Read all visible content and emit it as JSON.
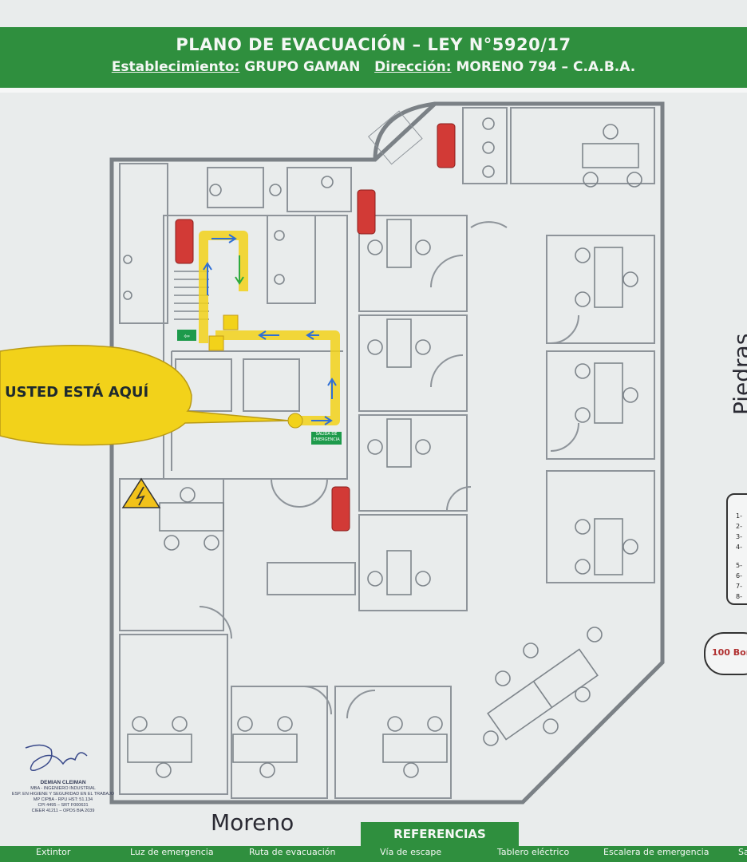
{
  "header": {
    "title": "PLANO DE EVACUACIÓN – LEY N°5920/17",
    "establecimiento_label": "Establecimiento:",
    "establecimiento_value": "GRUPO GAMAN",
    "direccion_label": "Dirección:",
    "direccion_value": "MORENO 794 – C.A.B.A."
  },
  "you_are_here": "USTED ESTÁ AQUÍ",
  "exit_sign": "SALIDA DE EMERGENCIA",
  "streets": {
    "bottom": "Moreno",
    "right": "Piedras"
  },
  "references": {
    "title": "REFERENCIAS",
    "items": [
      "Extintor",
      "Luz de emergencia",
      "Ruta de evacuación",
      "Vía de escape",
      "Tablero eléctrico",
      "Escalera de emergencia",
      "Sa"
    ]
  },
  "signature": {
    "name": "DEMIAN CLEIMAN",
    "line1": "MBA - INGENIERO INDUSTRIAL",
    "line2": "ESP. EN HIGIENE Y SEGURIDAD EN EL TRABAJO",
    "line3": "MP CIPBA - RPU HST: 51.134",
    "line4": "CPI 4495 – SRT F000631",
    "line5": "CIEER 41211 – OPDS BIA 2039"
  },
  "side_list": [
    "1-",
    "2-",
    "3-",
    "4-",
    "5-",
    "6-",
    "7-",
    "8-"
  ],
  "side_pill": "100 Bon",
  "colors": {
    "green": "#2f8f3e",
    "route": "#f2d21a",
    "extinguisher": "#d23a36",
    "walls": "#7b8186"
  }
}
